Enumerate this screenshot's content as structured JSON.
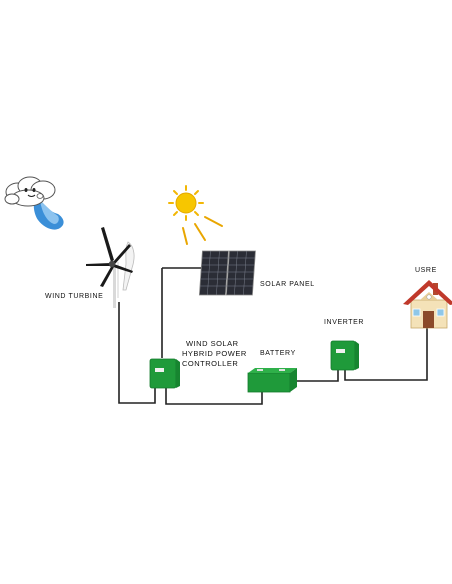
{
  "labels": {
    "wind_turbine": "WIND TURBINE",
    "solar_panel": "SOLAR PANEL",
    "controller_line1": "WIND SOLAR",
    "controller_line2": "HYBRID POWER",
    "controller_line3": "CONTROLLER",
    "battery": "BATTERY",
    "inverter": "INVERTER",
    "user": "USRE"
  },
  "icons": {
    "wind_cloud": "wind-cloud-icon",
    "sun": "sun-icon",
    "wind_turbine": "wind-turbine-icon",
    "solar_panel": "solar-panel-icon",
    "controller": "controller-box-icon",
    "battery": "battery-icon",
    "inverter": "inverter-box-icon",
    "house": "house-icon"
  },
  "colors": {
    "device_green": "#1f9a3a",
    "wire": "#222222",
    "sun": "#f5c400",
    "roof": "#c0392b",
    "wind_blue": "#3b8fd8"
  }
}
